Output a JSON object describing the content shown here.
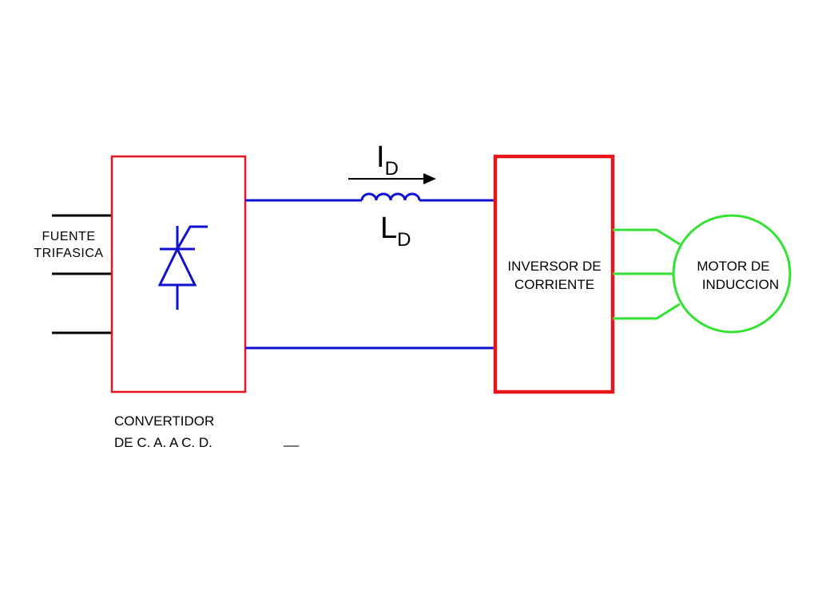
{
  "labels": {
    "source_line1": "FUENTE",
    "source_line2": "TRIFASICA",
    "converter_line1": "CONVERTIDOR",
    "converter_line2": "DE C. A. A C. D.",
    "inverter_line1": "INVERSOR DE",
    "inverter_line2": "CORRIENTE",
    "motor_line1": "MOTOR DE",
    "motor_line2": "INDUCCION",
    "current_main": "I",
    "current_sub": "D",
    "inductor_main": "L",
    "inductor_sub": "D",
    "stray_dash": "__"
  },
  "colors": {
    "block_outline": "#e8141b",
    "dc_link": "#1010d0",
    "thyristor": "#1010d0",
    "motor": "#33e133",
    "source_lines": "#000000"
  }
}
